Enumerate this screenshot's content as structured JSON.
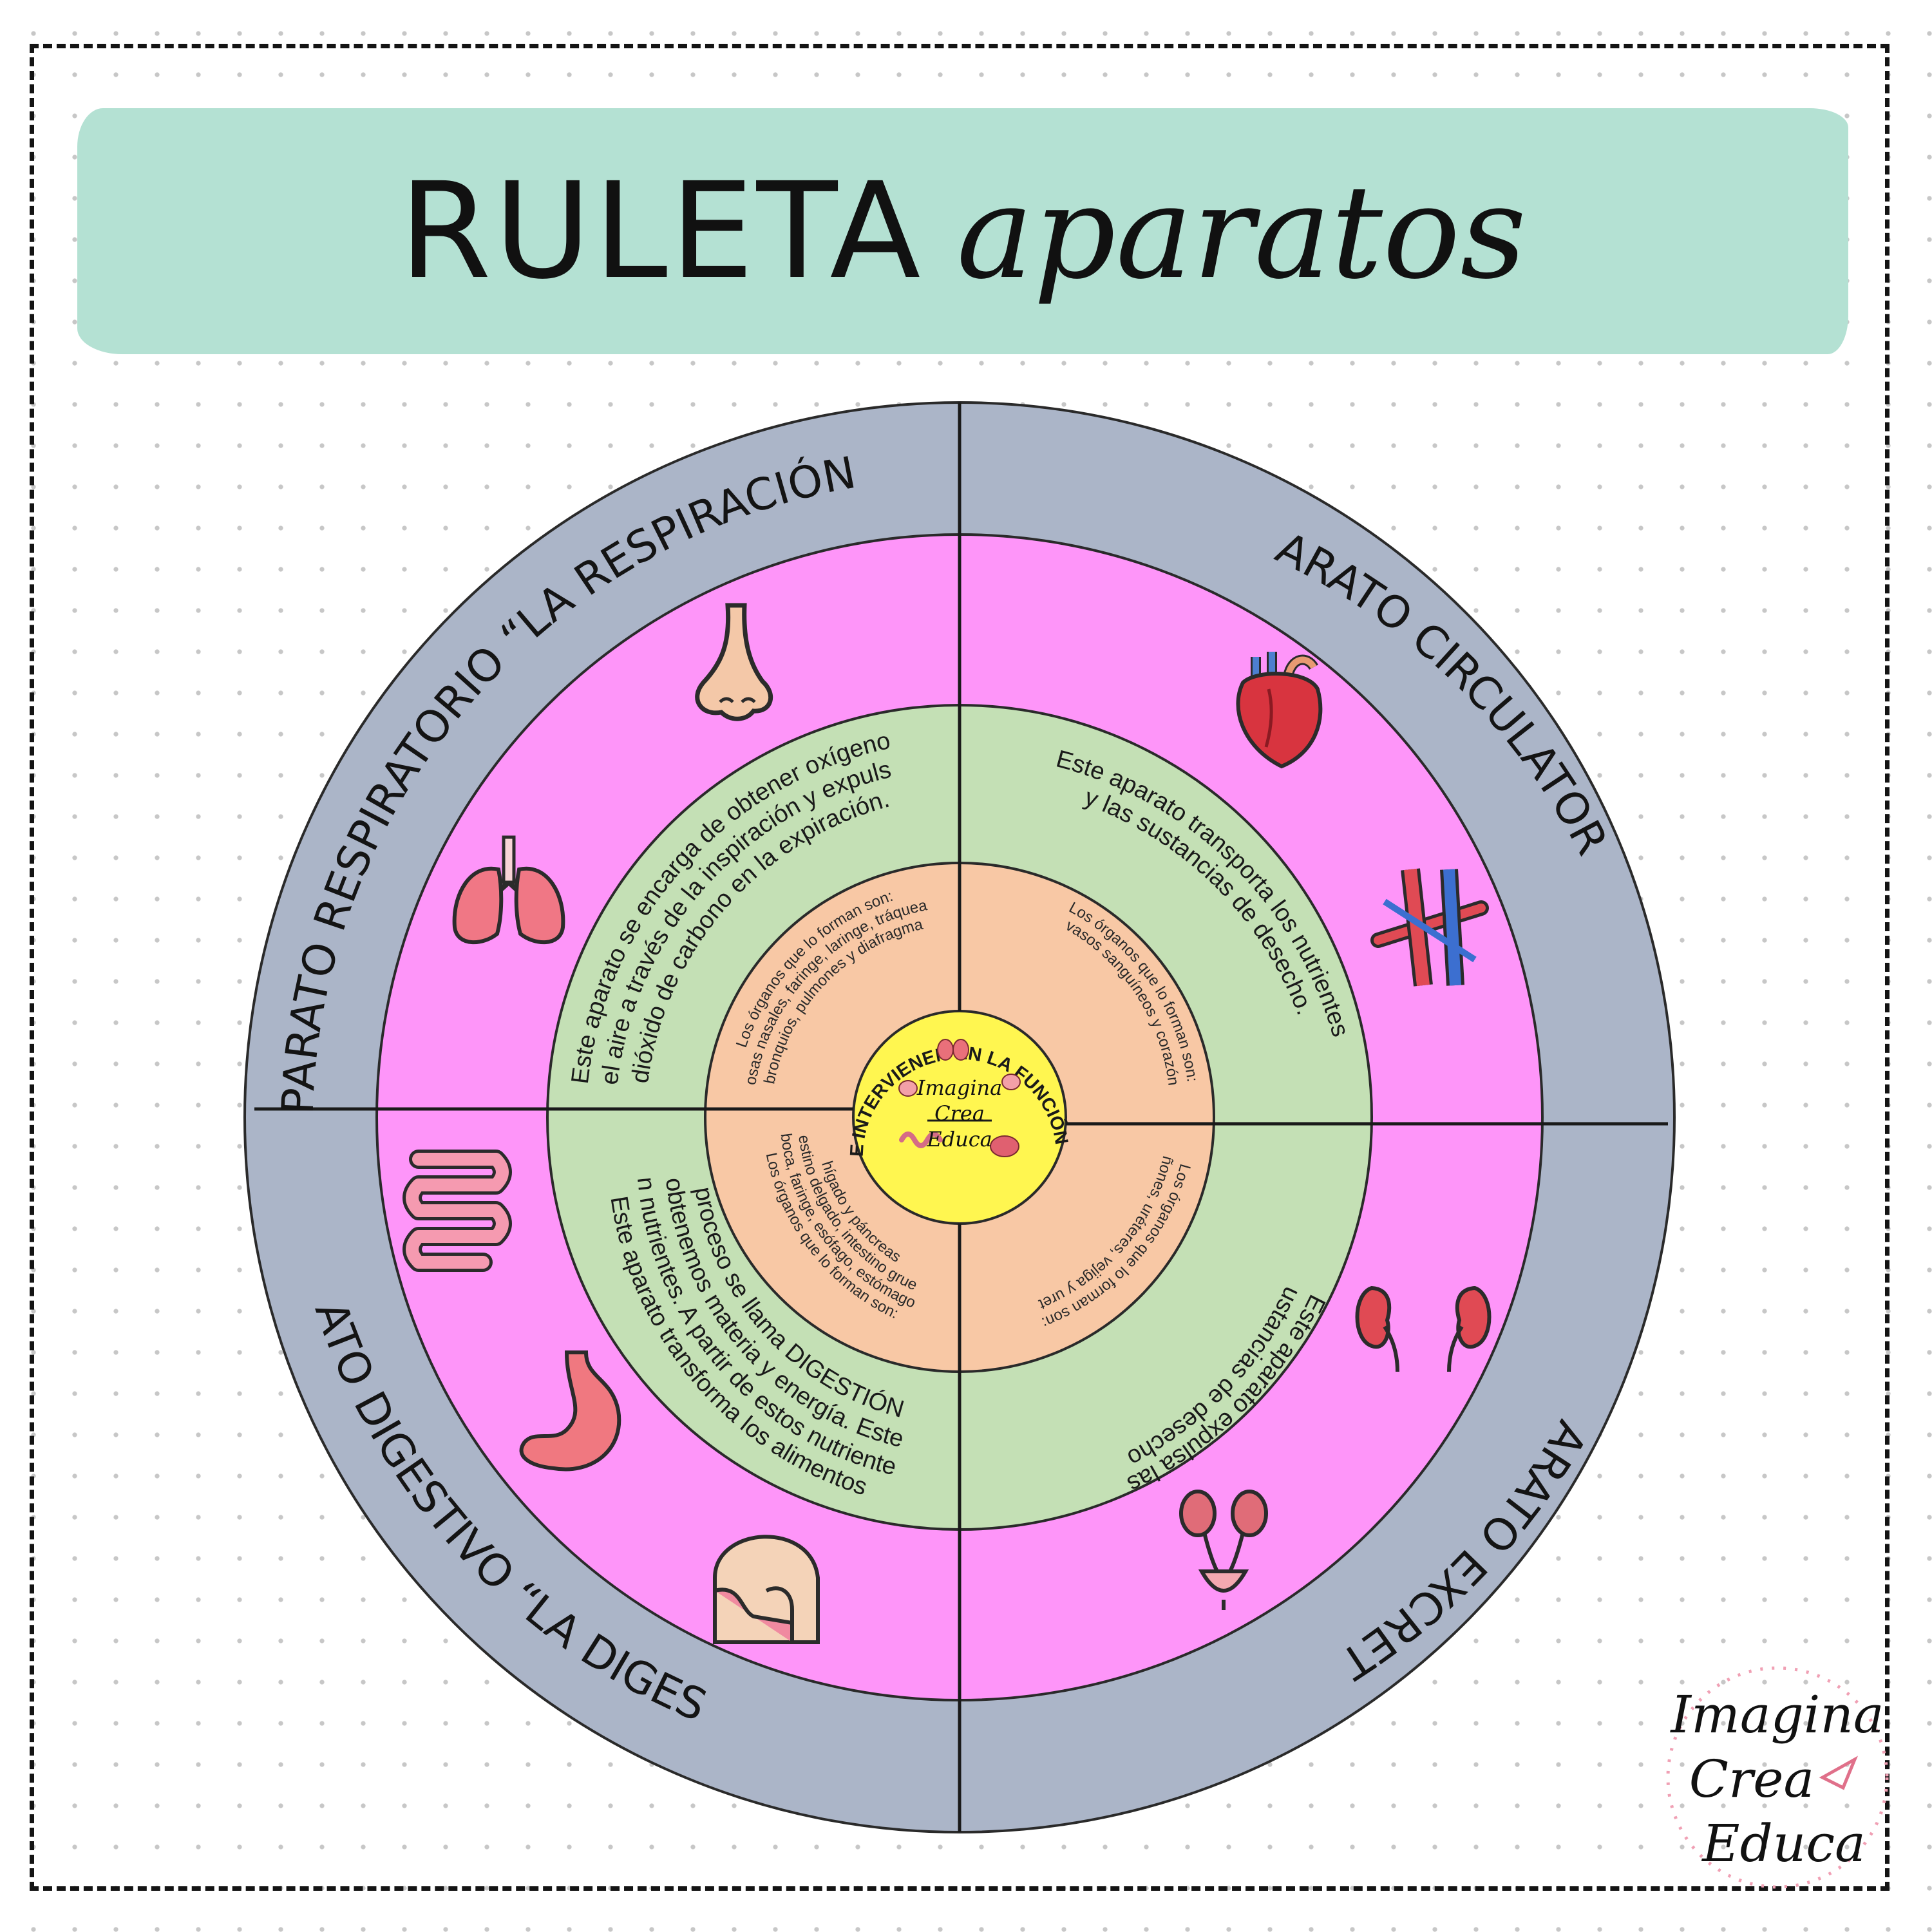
{
  "title": {
    "main": "RULETA",
    "script": "aparatos"
  },
  "outer_ring": {
    "respiratorio": "APARATO RESPIRATORIO “LA RESPIRACIÓN”",
    "circulatorio": "APARATO CIRCULATORIO",
    "excretor": "APARATO EXCRETOR",
    "digestivo": "APARATO DIGESTIVO “LA DIGESTIÓN”"
  },
  "green_ring": {
    "respiratorio": [
      "Este aparato se encarga de obtener oxígeno",
      "del aire a través de la inspiración y expulsa",
      "dióxido de carbono en la expiración."
    ],
    "circulatorio": [
      "Este aparato transporta los nutrientes",
      "y las sustancias de desecho."
    ],
    "excretor": [
      "Este aparato expulsa las",
      "sustancias de desecho."
    ],
    "digestivo": [
      "Este aparato transforma los alimentos",
      "en nutrientes. A partir de estos nutrientes",
      "obtenemos materia y energía. Este",
      "proceso se llama DIGESTIÓN"
    ]
  },
  "peach_ring": {
    "respiratorio": [
      "Los órganos que lo forman son:",
      "fosas nasales, faringe, laringe, tráquea,",
      "bronquios, pulmones y diafragma"
    ],
    "circulatorio": [
      "Los órganos que lo forman son:",
      "vasos sanguíneos y corazón"
    ],
    "excretor": [
      "Los órganos que lo forman son:",
      "riñones, uréteres, vejiga y uretra"
    ],
    "digestivo": [
      "Los órganos que lo forman son:",
      "boca, faringe, esófago, estómago,",
      "intestino delgado, intestino grueso,",
      "hígado y páncreas"
    ]
  },
  "center": {
    "label": "APARATOS QUE INTERVIENEN EN LA FUNCIÓN DE NUTRICIÓN"
  },
  "brand": {
    "line1": "Imagina",
    "line2": "Crea",
    "line3": "Educa"
  },
  "icons": [
    "nose-icon",
    "lungs-icon",
    "heart-icon",
    "blood-vessels-icon",
    "kidneys-icon",
    "urinary-system-icon",
    "intestine-icon",
    "stomach-icon",
    "mouth-throat-icon"
  ],
  "colors": {
    "banner": "#b4e1d3",
    "outer_ring": "#abb5c8",
    "pink_ring": "#fe95f9",
    "green_ring": "#c4e0b5",
    "peach_ring": "#f8c8a5",
    "center": "#fff650"
  }
}
